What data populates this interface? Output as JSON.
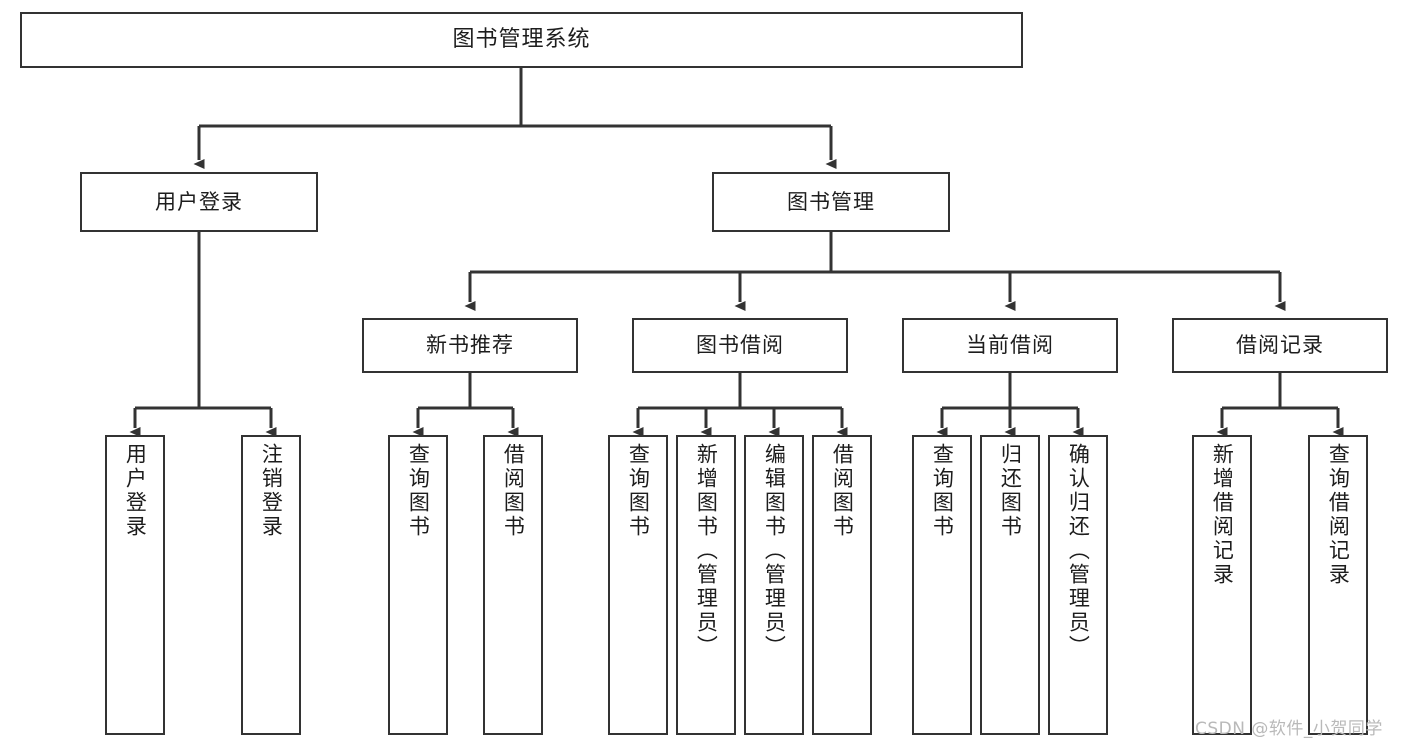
{
  "diagram": {
    "type": "tree",
    "title": "图书管理系统",
    "orientation": "top-down",
    "colors": {
      "box_border": "#333333",
      "box_fill": "#ffffff",
      "edge": "#333333",
      "text": "#1d1d1d",
      "watermark": "#b9b9b9"
    },
    "watermark": "CSDN @软件_小贺同学"
  },
  "nodes": {
    "root": {
      "label": "图书管理系统",
      "level": 1
    },
    "level2": [
      {
        "id": "user-login",
        "label": "用户登录"
      },
      {
        "id": "book-manage",
        "label": "图书管理"
      }
    ],
    "level3": [
      {
        "id": "new-book-rec",
        "label": "新书推荐"
      },
      {
        "id": "book-borrow",
        "label": "图书借阅"
      },
      {
        "id": "current-borrow",
        "label": "当前借阅"
      },
      {
        "id": "borrow-record",
        "label": "借阅记录"
      }
    ],
    "leaves": {
      "user-login": [
        {
          "id": "leaf-user-login",
          "label": "用户登录"
        },
        {
          "id": "leaf-user-logout",
          "label": "注销登录"
        }
      ],
      "new-book-rec": [
        {
          "id": "leaf-query-book-1",
          "label": "查询图书"
        },
        {
          "id": "leaf-borrow-book-1",
          "label": "借阅图书"
        }
      ],
      "book-borrow": [
        {
          "id": "leaf-query-book-2",
          "label": "查询图书"
        },
        {
          "id": "leaf-add-book",
          "label": "新增图书（管理员）"
        },
        {
          "id": "leaf-edit-book",
          "label": "编辑图书（管理员）"
        },
        {
          "id": "leaf-borrow-book-2",
          "label": "借阅图书"
        }
      ],
      "current-borrow": [
        {
          "id": "leaf-query-book-3",
          "label": "查询图书"
        },
        {
          "id": "leaf-return-book",
          "label": "归还图书"
        },
        {
          "id": "leaf-confirm-return",
          "label": "确认归还（管理员）"
        }
      ],
      "borrow-record": [
        {
          "id": "leaf-add-record",
          "label": "新增借阅记录"
        },
        {
          "id": "leaf-query-record",
          "label": "查询借阅记录"
        }
      ]
    }
  }
}
